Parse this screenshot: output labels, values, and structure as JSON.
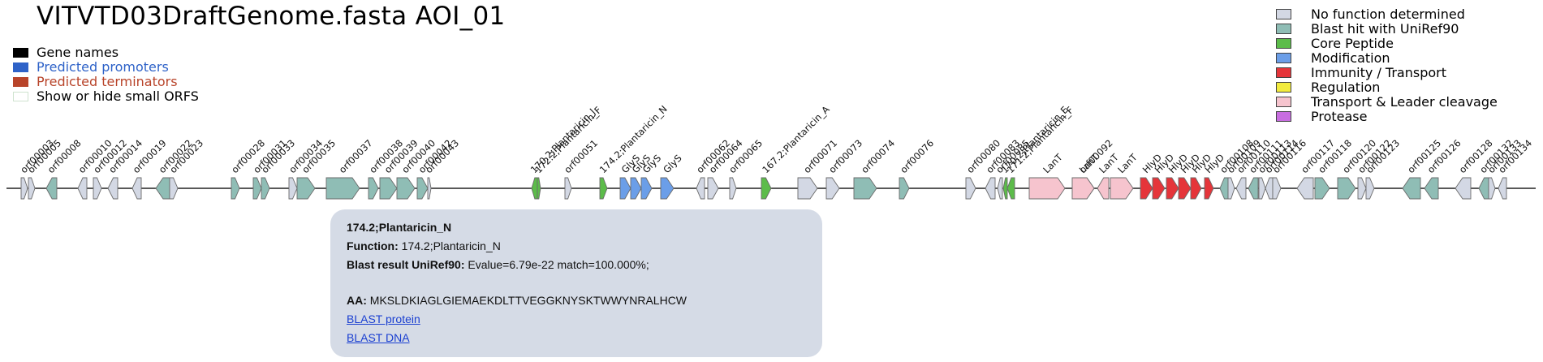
{
  "title": "VITVTD03DraftGenome.fasta AOI_01",
  "controls": [
    {
      "label": "Gene names",
      "color": "#000000",
      "text_color": "#000000"
    },
    {
      "label": "Predicted promoters",
      "color": "#2e62c8",
      "text_color": "#2e62c8"
    },
    {
      "label": "Predicted terminators",
      "color": "#b8442a",
      "text_color": "#b8442a"
    },
    {
      "label": "Show or hide small ORFS",
      "color": "#ffffff",
      "text_color": "#000000"
    }
  ],
  "legend": [
    {
      "label": "No function determined",
      "color": "#d3d8e4"
    },
    {
      "label": "Blast hit with UniRef90",
      "color": "#8fbdb5"
    },
    {
      "label": "Core Peptide",
      "color": "#5cbc4a"
    },
    {
      "label": "Modification",
      "color": "#6b9ee8"
    },
    {
      "label": "Immunity / Transport",
      "color": "#e5353a"
    },
    {
      "label": "Regulation",
      "color": "#f3ec3e"
    },
    {
      "label": "Transport & Leader cleavage",
      "color": "#f6c4ce"
    },
    {
      "label": "Protease",
      "color": "#c86ee0"
    }
  ],
  "genes": [
    {
      "label": "orf00003",
      "dir": "fwd",
      "cat": "none",
      "start": 26,
      "end": 34
    },
    {
      "label": "orf00005",
      "dir": "fwd",
      "cat": "none",
      "start": 35,
      "end": 43
    },
    {
      "label": "orf00008",
      "dir": "rev",
      "cat": "blast",
      "start": 57,
      "end": 70
    },
    {
      "label": "orf00010",
      "dir": "rev",
      "cat": "none",
      "start": 96,
      "end": 107
    },
    {
      "label": "orf00012",
      "dir": "fwd",
      "cat": "none",
      "start": 115,
      "end": 125
    },
    {
      "label": "orf00014",
      "dir": "rev",
      "cat": "none",
      "start": 133,
      "end": 145
    },
    {
      "label": "orf00019",
      "dir": "rev",
      "cat": "none",
      "start": 163,
      "end": 174
    },
    {
      "label": "orf00022",
      "dir": "rev",
      "cat": "blast",
      "start": 192,
      "end": 209
    },
    {
      "label": "orf00023",
      "dir": "fwd",
      "cat": "none",
      "start": 209,
      "end": 219
    },
    {
      "label": "orf00028",
      "dir": "fwd",
      "cat": "blast",
      "start": 285,
      "end": 295
    },
    {
      "label": "orf00031",
      "dir": "fwd",
      "cat": "blast",
      "start": 312,
      "end": 322
    },
    {
      "label": "orf00033",
      "dir": "fwd",
      "cat": "blast",
      "start": 322,
      "end": 332
    },
    {
      "label": "orf00034",
      "dir": "fwd",
      "cat": "none",
      "start": 356,
      "end": 366
    },
    {
      "label": "orf00035",
      "dir": "fwd",
      "cat": "blast",
      "start": 366,
      "end": 388
    },
    {
      "label": "orf00037",
      "dir": "fwd",
      "cat": "blast",
      "start": 402,
      "end": 443
    },
    {
      "label": "orf00038",
      "dir": "fwd",
      "cat": "blast",
      "start": 454,
      "end": 466
    },
    {
      "label": "orf00039",
      "dir": "fwd",
      "cat": "blast",
      "start": 468,
      "end": 489
    },
    {
      "label": "orf00040",
      "dir": "fwd",
      "cat": "blast",
      "start": 489,
      "end": 511
    },
    {
      "label": "orf00042",
      "dir": "fwd",
      "cat": "blast",
      "start": 514,
      "end": 527
    },
    {
      "label": "orf00043",
      "dir": "fwd",
      "cat": "none",
      "start": 527,
      "end": 531
    },
    {
      "label": "170.2;Plantaricin_J",
      "dir": "rev",
      "cat": "core",
      "start": 655,
      "end": 662
    },
    {
      "label": "172.2;Plantaricin_F",
      "dir": "fwd",
      "cat": "core",
      "start": 662,
      "end": 666
    },
    {
      "label": "orf00051",
      "dir": "fwd",
      "cat": "none",
      "start": 696,
      "end": 704
    },
    {
      "label": "174.2;Plantaricin_N",
      "dir": "fwd",
      "cat": "core",
      "start": 739,
      "end": 748
    },
    {
      "label": "GlyS",
      "dir": "fwd",
      "cat": "mod",
      "start": 764,
      "end": 777
    },
    {
      "label": "GlyS",
      "dir": "fwd",
      "cat": "mod",
      "start": 777,
      "end": 790
    },
    {
      "label": "GlyS",
      "dir": "fwd",
      "cat": "mod",
      "start": 790,
      "end": 803
    },
    {
      "label": "GlyS",
      "dir": "fwd",
      "cat": "mod",
      "start": 814,
      "end": 830
    },
    {
      "label": "orf00062",
      "dir": "rev",
      "cat": "none",
      "start": 858,
      "end": 868
    },
    {
      "label": "orf00064",
      "dir": "fwd",
      "cat": "none",
      "start": 872,
      "end": 885
    },
    {
      "label": "orf00065",
      "dir": "fwd",
      "cat": "none",
      "start": 899,
      "end": 907
    },
    {
      "label": "167.2;Plantaricin_A",
      "dir": "fwd",
      "cat": "core",
      "start": 938,
      "end": 950
    },
    {
      "label": "orf00071",
      "dir": "fwd",
      "cat": "none",
      "start": 983,
      "end": 1007
    },
    {
      "label": "orf00073",
      "dir": "fwd",
      "cat": "none",
      "start": 1018,
      "end": 1034
    },
    {
      "label": "orf00074",
      "dir": "fwd",
      "cat": "blast",
      "start": 1052,
      "end": 1080
    },
    {
      "label": "orf00076",
      "dir": "fwd",
      "cat": "blast",
      "start": 1108,
      "end": 1120
    },
    {
      "label": "orf00080",
      "dir": "fwd",
      "cat": "none",
      "start": 1190,
      "end": 1202
    },
    {
      "label": "orf00083",
      "dir": "rev",
      "cat": "none",
      "start": 1214,
      "end": 1226
    },
    {
      "label": "orf00085",
      "dir": "rev",
      "cat": "none",
      "start": 1229,
      "end": 1235
    },
    {
      "label": "170.2;Plantaricin_E",
      "dir": "rev",
      "cat": "core",
      "start": 1236,
      "end": 1241
    },
    {
      "label": "171.2;Plantaricin_F",
      "dir": "rev",
      "cat": "core",
      "start": 1241,
      "end": 1250
    },
    {
      "label": "LanT",
      "dir": "fwd",
      "cat": "leader",
      "start": 1268,
      "end": 1312
    },
    {
      "label": "orf00092",
      "dir": "fwd",
      "cat": "leader",
      "start": 1321,
      "end": 1348
    },
    {
      "label": "LanT",
      "dir": "fwd",
      "cat": "leader",
      "start": 1321,
      "end": 1348
    },
    {
      "label": "LanT",
      "dir": "rev",
      "cat": "leader",
      "start": 1352,
      "end": 1366
    },
    {
      "label": "LanT",
      "dir": "fwd",
      "cat": "leader",
      "start": 1368,
      "end": 1396
    },
    {
      "label": "HlyD",
      "dir": "fwd",
      "cat": "immun",
      "start": 1405,
      "end": 1420
    },
    {
      "label": "HlyD",
      "dir": "fwd",
      "cat": "immun",
      "start": 1420,
      "end": 1435
    },
    {
      "label": "HlyD",
      "dir": "fwd",
      "cat": "immun",
      "start": 1437,
      "end": 1452
    },
    {
      "label": "HlyD",
      "dir": "fwd",
      "cat": "immun",
      "start": 1452,
      "end": 1467
    },
    {
      "label": "HlyD",
      "dir": "fwd",
      "cat": "immun",
      "start": 1467,
      "end": 1480
    },
    {
      "label": "HlyD",
      "dir": "fwd",
      "cat": "immun",
      "start": 1484,
      "end": 1495
    },
    {
      "label": "orf00108",
      "dir": "rev",
      "cat": "blast",
      "start": 1503,
      "end": 1513
    },
    {
      "label": "orf00109",
      "dir": "fwd",
      "cat": "none",
      "start": 1513,
      "end": 1521
    },
    {
      "label": "orf00110",
      "dir": "rev",
      "cat": "none",
      "start": 1523,
      "end": 1535
    },
    {
      "label": "orf00111",
      "dir": "rev",
      "cat": "blast",
      "start": 1538,
      "end": 1550
    },
    {
      "label": "orf00113",
      "dir": "fwd",
      "cat": "none",
      "start": 1551,
      "end": 1559
    },
    {
      "label": "orf00114",
      "dir": "rev",
      "cat": "none",
      "start": 1559,
      "end": 1568
    },
    {
      "label": "orf00116",
      "dir": "fwd",
      "cat": "none",
      "start": 1568,
      "end": 1578
    },
    {
      "label": "orf00117",
      "dir": "rev",
      "cat": "none",
      "start": 1598,
      "end": 1618
    },
    {
      "label": "orf00118",
      "dir": "fwd",
      "cat": "blast",
      "start": 1620,
      "end": 1638
    },
    {
      "label": "orf00120",
      "dir": "fwd",
      "cat": "blast",
      "start": 1648,
      "end": 1670
    },
    {
      "label": "orf00122",
      "dir": "fwd",
      "cat": "none",
      "start": 1673,
      "end": 1683
    },
    {
      "label": "orf00123",
      "dir": "fwd",
      "cat": "none",
      "start": 1683,
      "end": 1693
    },
    {
      "label": "orf00125",
      "dir": "rev",
      "cat": "blast",
      "start": 1728,
      "end": 1750
    },
    {
      "label": "orf00126",
      "dir": "rev",
      "cat": "blast",
      "start": 1755,
      "end": 1772
    },
    {
      "label": "orf00128",
      "dir": "rev",
      "cat": "none",
      "start": 1793,
      "end": 1812
    },
    {
      "label": "orf00132",
      "dir": "rev",
      "cat": "blast",
      "start": 1822,
      "end": 1834
    },
    {
      "label": "orf00133",
      "dir": "fwd",
      "cat": "none",
      "start": 1834,
      "end": 1842
    },
    {
      "label": "orf00134",
      "dir": "rev",
      "cat": "none",
      "start": 1846,
      "end": 1856
    }
  ],
  "popup": {
    "name": "174.2;Plantaricin_N",
    "function_label": "Function:",
    "function_value": "174.2;Plantaricin_N",
    "blast_label": "Blast result UniRef90:",
    "blast_value": "Evalue=6.79e-22 match=100.000%;",
    "aa_label": "AA:",
    "aa_value": "MKSLDKIAGLGIEMAEKDLTTVEGGKNYSKTWWYNRALHCW",
    "blast_protein": "BLAST protein",
    "blast_dna": "BLAST DNA"
  }
}
